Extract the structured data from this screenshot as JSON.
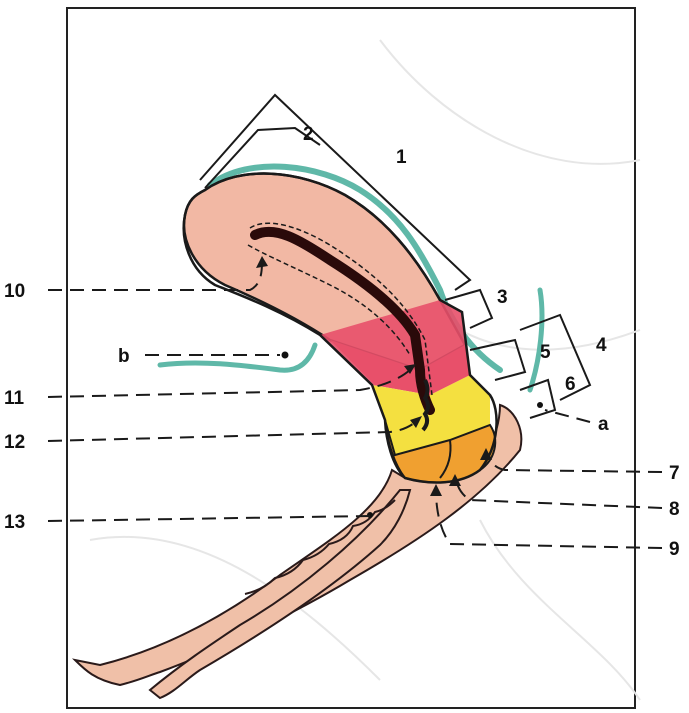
{
  "figure": {
    "labels": [
      {
        "id": "1",
        "text": "1"
      },
      {
        "id": "2",
        "text": "2"
      },
      {
        "id": "3",
        "text": "3"
      },
      {
        "id": "4",
        "text": "4"
      },
      {
        "id": "5",
        "text": "5"
      },
      {
        "id": "6",
        "text": "6"
      },
      {
        "id": "7",
        "text": "7"
      },
      {
        "id": "8",
        "text": "8"
      },
      {
        "id": "9",
        "text": "9"
      },
      {
        "id": "10",
        "text": "10"
      },
      {
        "id": "11",
        "text": "11"
      },
      {
        "id": "12",
        "text": "12"
      },
      {
        "id": "13",
        "text": "13"
      },
      {
        "id": "a",
        "text": "a"
      },
      {
        "id": "b",
        "text": "b"
      }
    ],
    "colors": {
      "body": "#f2b8a4",
      "body_edge": "#5fb8a8",
      "lumen": "#2a0a0a",
      "band_red": "#e8506a",
      "band_yellow": "#f4e040",
      "band_orange": "#f0a030",
      "vagina": "#f0c0a8"
    }
  }
}
